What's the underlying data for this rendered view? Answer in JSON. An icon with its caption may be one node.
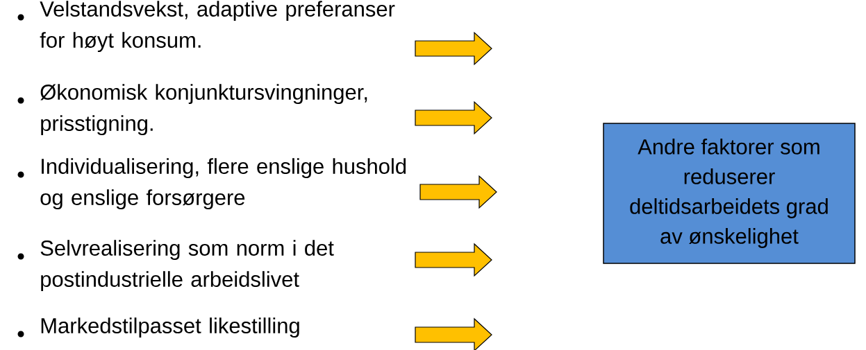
{
  "diagram": {
    "nodes": [
      {
        "text": [
          "Velstandsvekst, adaptive preferanser for høyt konsum."
        ]
      },
      {
        "text": [
          "Økonomisk konjunktursvingninger, prisstigning."
        ]
      },
      {
        "text": [
          "Individualisering, flere enslige hushold og enslige forsørgere"
        ]
      },
      {
        "text": [
          "Selvrealisering som norm i det postindustrielle arbeidslivet"
        ]
      },
      {
        "text": [
          "Markedstilpasset likestilling"
        ]
      },
      {
        "text": [
          "Andre faktorer som reduserer deltidsarbeidets grad av ønskelighet"
        ]
      }
    ]
  }
}
